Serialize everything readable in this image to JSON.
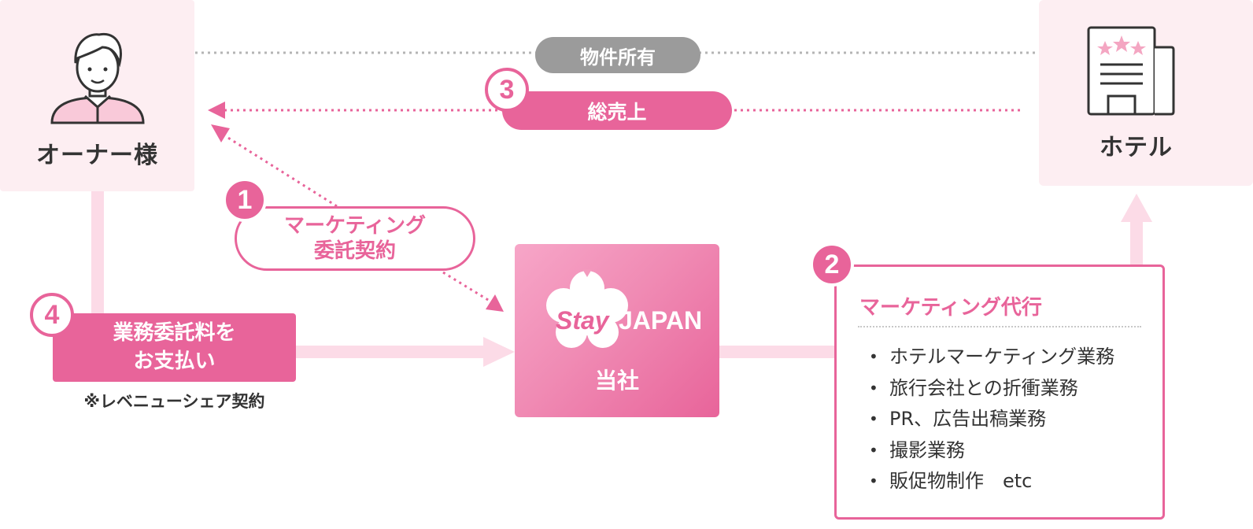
{
  "owner": {
    "label": "オーナー様",
    "icon": "person-icon"
  },
  "hotel": {
    "label": "ホテル",
    "icon": "hotel-building-icon"
  },
  "property": {
    "label": "物件所有"
  },
  "step1": {
    "number": "1",
    "line1": "マーケティング",
    "line2": "委託契約"
  },
  "step2": {
    "number": "2",
    "title": "マーケティング代行",
    "items": [
      "ホテルマーケティング業務",
      "旅行会社との折衝業務",
      "PR、広告出稿業務",
      "撮影業務",
      "販促物制作　etc"
    ]
  },
  "step3": {
    "number": "3",
    "label": "総売上"
  },
  "step4": {
    "number": "4",
    "line1": "業務委託料を",
    "line2": "お支払い",
    "note": "※レベニューシェア契約"
  },
  "company": {
    "logo_text_stay": "Stay",
    "logo_text_japan": "JAPAN",
    "label": "当社"
  },
  "colors": {
    "accent": "#e8649a",
    "light_pink": "#fdeef2",
    "arrow_pink": "#fcdbe7",
    "gray": "#9b9b9b",
    "text": "#333333"
  }
}
